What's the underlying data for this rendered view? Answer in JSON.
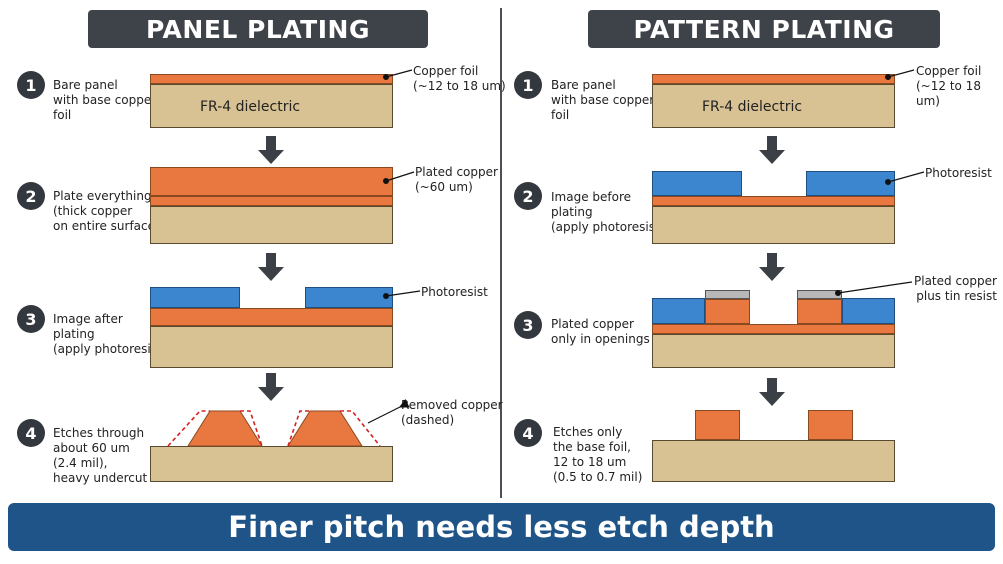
{
  "left": {
    "title": "PANEL PLATING",
    "steps": [
      {
        "num": "1",
        "text": "Bare panel\nwith base copper\nfoil"
      },
      {
        "num": "2",
        "text": "Plate everything\n(thick copper\non entire surface)"
      },
      {
        "num": "3",
        "text": "Image after\nplating\n(apply photoresist)"
      },
      {
        "num": "4",
        "text": "Etches through\nabout 60 um\n(2.4 mil),\nheavy undercut"
      }
    ],
    "fr4_label": "FR-4 dielectric",
    "callouts": {
      "copper_foil": "Copper foil\n(~12 to 18 um)",
      "plated_copper": "Plated copper\n(~60 um)",
      "photoresist": "Photoresist",
      "removed_copper": "Removed copper\n(dashed)"
    }
  },
  "right": {
    "title": "PATTERN PLATING",
    "steps": [
      {
        "num": "1",
        "text": "Bare panel\nwith base copper\nfoil"
      },
      {
        "num": "2",
        "text": "Image before\nplating\n(apply photoresist)"
      },
      {
        "num": "3",
        "text": "Plated copper\nonly in openings"
      },
      {
        "num": "4",
        "text": "Etches only\nthe base foil,\n12 to 18 um\n(0.5 to 0.7 mil)"
      }
    ],
    "fr4_label": "FR-4 dielectric",
    "callouts": {
      "copper_foil": "Copper foil\n(~12 to 18 um)",
      "photoresist": "Photoresist",
      "plated_tin": "Plated copper\nplus tin resist"
    }
  },
  "footer": "Finer pitch needs less etch depth",
  "colors": {
    "copper": "#e8783f",
    "fr4": "#d8c293",
    "photoresist": "#3b86cf",
    "tin": "#b8b8b8",
    "footer": "#1f5488",
    "title_bg": "#3e4349",
    "removed_outline": "#d62020"
  },
  "icons": [
    "down-arrow-icon"
  ]
}
